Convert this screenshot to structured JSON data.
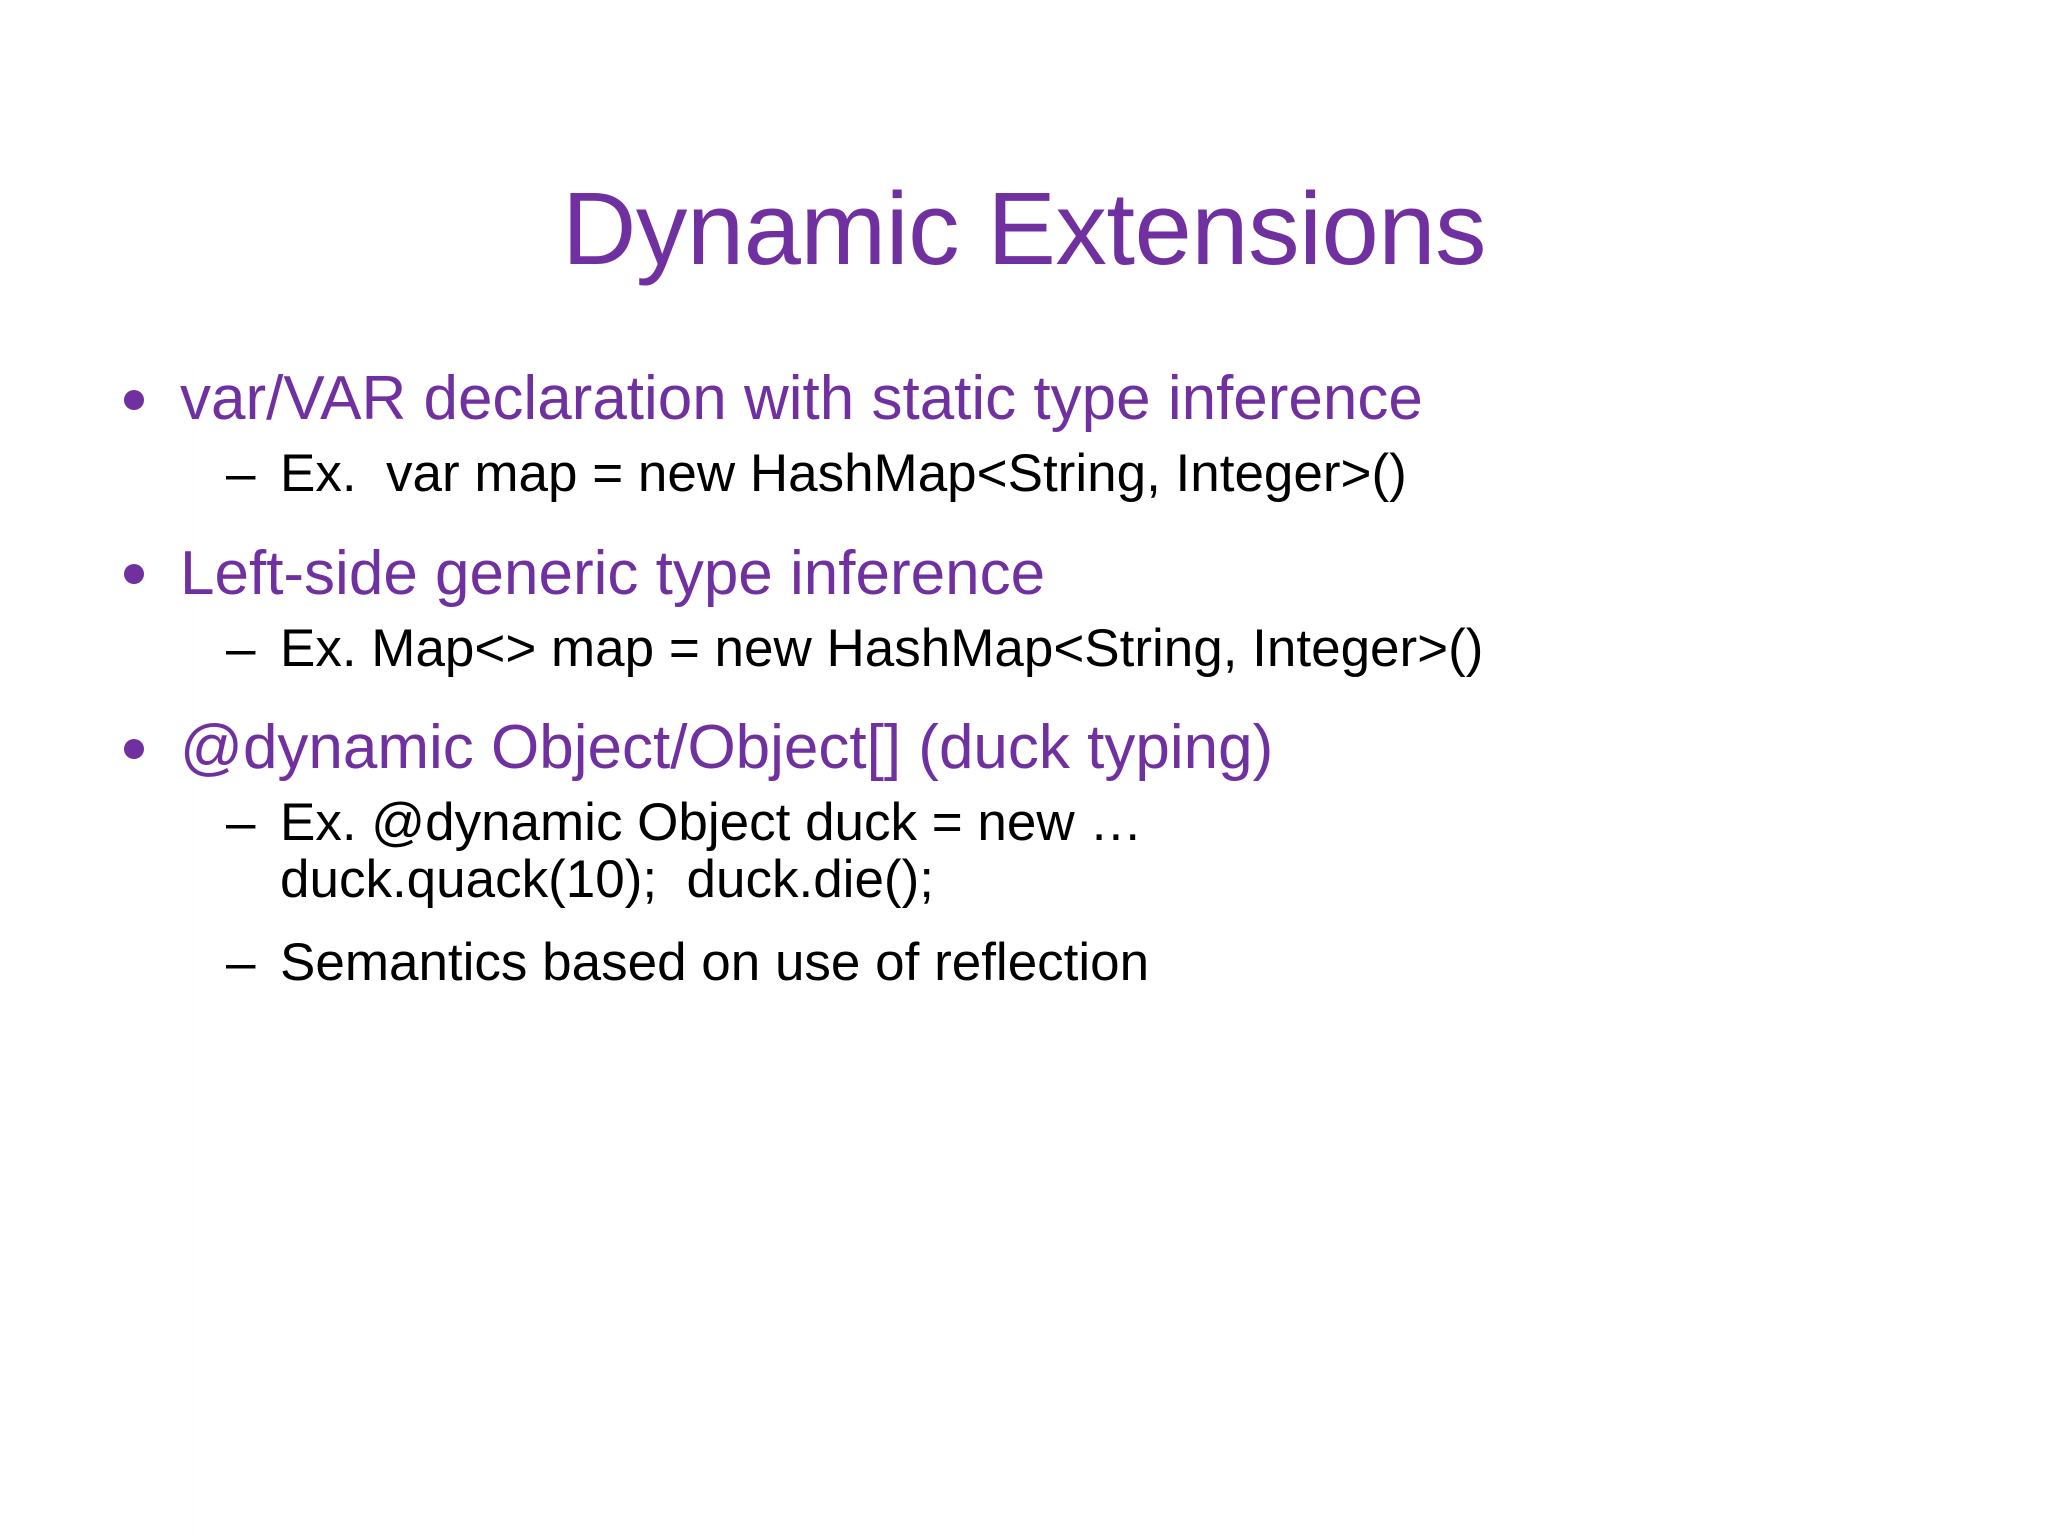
{
  "slide": {
    "title": "Dynamic Extensions",
    "title_color": "#7030A0",
    "background_color": "#FFFFFF",
    "body_level1_color": "#7030A0",
    "body_level2_color": "#000000",
    "level1_bullet_glyph": "filled-circle",
    "level2_bullet_glyph": "en-dash"
  },
  "content": {
    "items": [
      {
        "level": 1,
        "text": "var/VAR declaration with static type inference"
      },
      {
        "level": 2,
        "marker": "–",
        "lines": [
          "Ex.  var map = new HashMap<String, Integer>()"
        ]
      },
      {
        "level": 1,
        "text": "Left-side generic type inference"
      },
      {
        "level": 2,
        "marker": "–",
        "lines": [
          "Ex. Map<> map = new HashMap<String, Integer>()"
        ]
      },
      {
        "level": 1,
        "text": "@dynamic Object/Object[]  (duck typing)"
      },
      {
        "level": 2,
        "marker": "–",
        "lines": [
          "Ex. @dynamic Object duck = new …",
          "duck.quack(10);  duck.die();"
        ]
      },
      {
        "level": 2,
        "marker": "–",
        "lines": [
          "Semantics based on use of reflection"
        ]
      }
    ]
  }
}
